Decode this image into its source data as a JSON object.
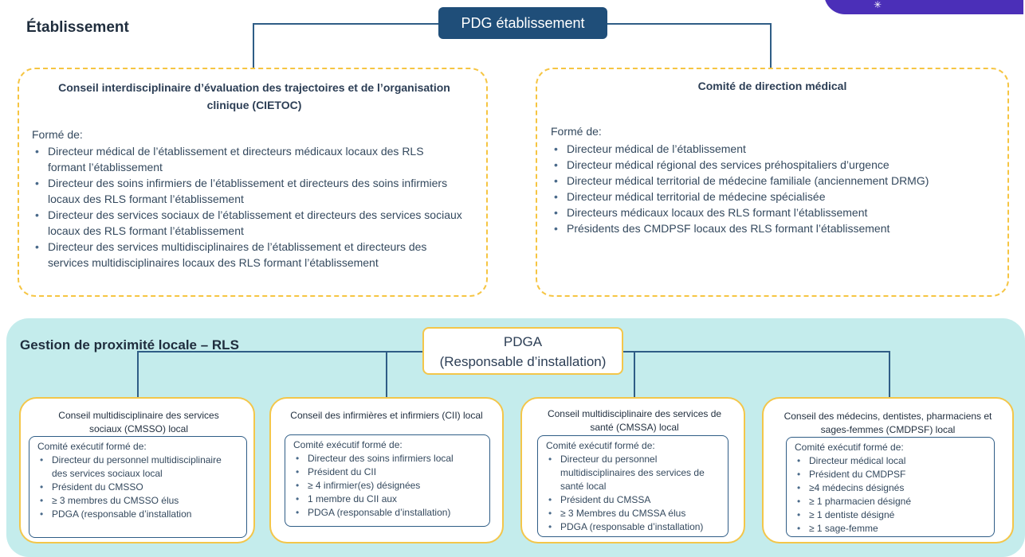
{
  "etablissement": {
    "section_title": "Établissement",
    "pdg_label": "PDG établissement",
    "cietoc": {
      "title": "Conseil interdisciplinaire d’évaluation des trajectoires et de l’organisation clinique (CIETOC)",
      "formed_label": "Formé de:",
      "items": [
        "Directeur médical de l’établissement et directeurs médicaux locaux des RLS formant l’établissement",
        "Directeur des soins infirmiers de l’établissement et directeurs des soins infirmiers locaux des RLS formant l’établissement",
        "Directeur des services sociaux de l’établissement et directeurs des services sociaux locaux des RLS formant l’établissement",
        "Directeur des services multidisciplinaires de l’établissement et directeurs des services multidisciplinaires locaux des RLS formant l’établissement"
      ]
    },
    "comite": {
      "title": "Comité de direction médical",
      "formed_label": "Formé de:",
      "items": [
        "Directeur médical de l’établissement",
        "Directeur médical régional des services préhospitaliers d’urgence",
        "Directeur médical territorial de médecine familiale (anciennement DRMG)",
        "Directeur médical territorial de médecine spécialisée",
        "Directeurs médicaux locaux des RLS formant l’établissement",
        "Présidents des CMDPSF locaux des RLS formant l’établissement"
      ]
    }
  },
  "rls": {
    "section_title": "Gestion de proximité locale – RLS",
    "pdga_line1": "PDGA",
    "pdga_line2": "(Responsable d’installation)",
    "councils": [
      {
        "title": "Conseil multidisciplinaire des services sociaux (CMSSO) local",
        "formed_label": "Comité exécutif formé de:",
        "items": [
          "Directeur du personnel multidisciplinaire des services sociaux local",
          "Président du CMSSO",
          "≥ 3 membres du CMSSO élus",
          "PDGA (responsable d’installation"
        ]
      },
      {
        "title": "Conseil des infirmières et infirmiers (CII) local",
        "formed_label": "Comité exécutif formé de:",
        "items": [
          "Directeur des soins infirmiers local",
          "Président du CII",
          "≥ 4 infirmier(es) désignées",
          "1 membre du CII aux",
          "PDGA (responsable d’installation)"
        ]
      },
      {
        "title": "Conseil multidisciplinaire des services de santé (CMSSA) local",
        "formed_label": "Comité exécutif formé de:",
        "items": [
          "Directeur du personnel multidisciplinaires des services de santé local",
          "Président du CMSSA",
          "≥ 3 Membres du CMSSA élus",
          "PDGA (responsable d’installation)"
        ]
      },
      {
        "title": "Conseil des médecins, dentistes, pharmaciens et sages-femmes (CMDPSF) local",
        "formed_label": "Comité exécutif formé de:",
        "items": [
          "Directeur médical local",
          "Président du CMDPSF",
          "≥4 médecins désignés",
          "≥ 1 pharmacien désigné",
          "≥ 1 dentiste désigné",
          "≥ 1 sage-femme"
        ]
      }
    ]
  },
  "colors": {
    "pdg_fill": "#1f4e79",
    "dashed_border": "#f6c542",
    "teal_panel": "#c4ecec",
    "logo_purple": "#4b2fb8"
  },
  "icons": {
    "logo": "logo-mark"
  }
}
